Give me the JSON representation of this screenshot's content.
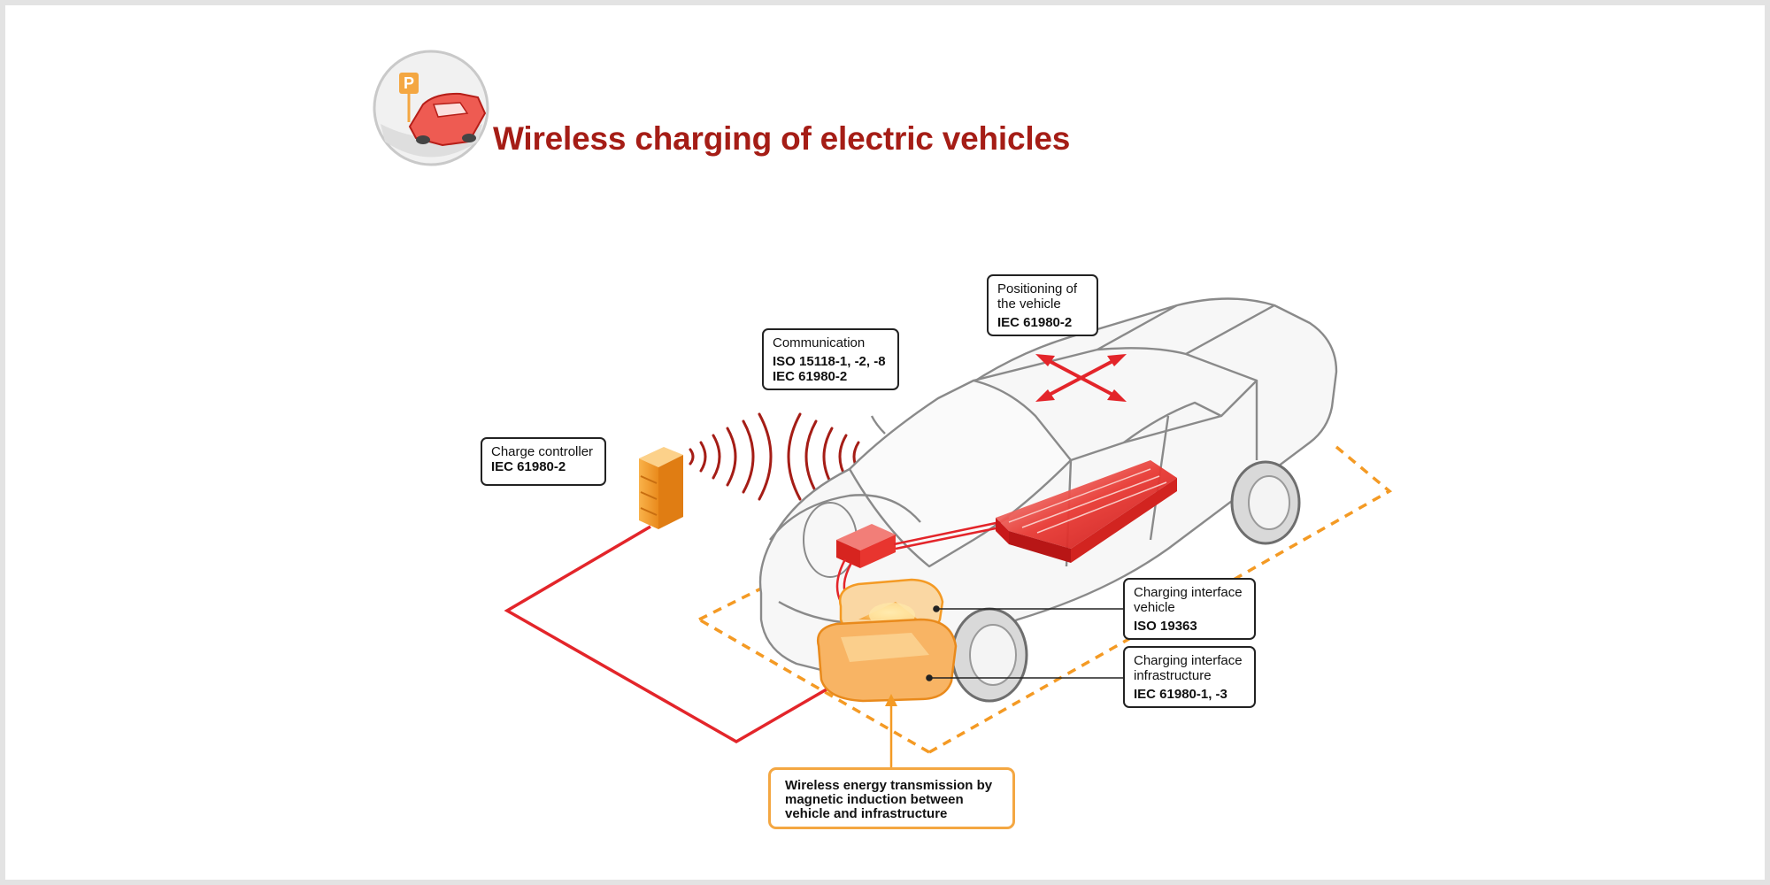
{
  "title": "Wireless charging of electric vehicles",
  "badge": {
    "icon": "parking-car-icon",
    "sign_letter": "P"
  },
  "callouts": {
    "charge_controller": {
      "desc": "Charge controller",
      "std": "IEC 61980-2"
    },
    "communication": {
      "desc": "Communication",
      "std1": "ISO 15118-1, -2, -8",
      "std2": "IEC 61980-2"
    },
    "positioning": {
      "desc1": "Positioning of",
      "desc2": "the vehicle",
      "std": "IEC 61980-2"
    },
    "interface_vehicle": {
      "desc1": "Charging interface",
      "desc2": "vehicle",
      "std": "ISO 19363"
    },
    "interface_infrastructure": {
      "desc1": "Charging interface",
      "desc2": "infrastructure",
      "std": "IEC 61980-1, -3"
    },
    "energy_transmission": {
      "line1": "Wireless energy transmission by",
      "line2": "magnetic induction between",
      "line3": "vehicle and infrastructure"
    }
  },
  "colors": {
    "title": "#a51d16",
    "power_line": "#e3252a",
    "wave": "#a51d16",
    "pad_orange": "#f4a742",
    "car_outline": "#8a8a8a",
    "frame_border": "#e3e3e3"
  }
}
